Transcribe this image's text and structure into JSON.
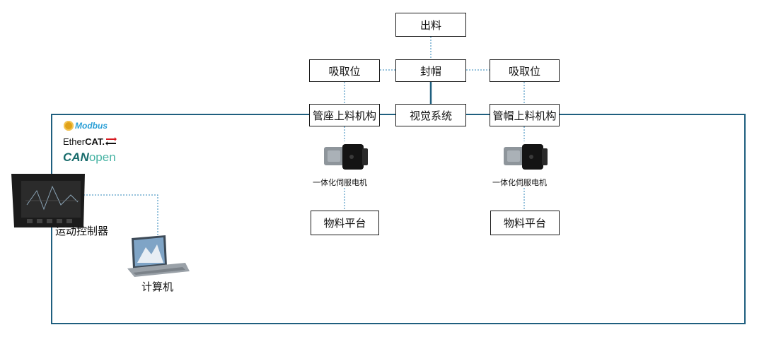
{
  "boxes": {
    "output": "出料",
    "seal_cap": "封帽",
    "suction_left": "吸取位",
    "suction_right": "吸取位",
    "base_feeder": "管座上料机构",
    "vision": "视觉系统",
    "cap_feeder": "管帽上料机构",
    "platform_left": "物料平台",
    "platform_right": "物料平台"
  },
  "motor_left_label": "一体化伺服电机",
  "motor_right_label": "一体化伺服电机",
  "controller_label": "运动控制器",
  "computer_label": "计算机",
  "protocols": {
    "modbus": "Modbus",
    "ethercat_prefix": "Ether",
    "ethercat_suffix": "CAT.",
    "canopen_prefix": "CAN",
    "canopen_suffix": "open"
  },
  "colors": {
    "bus_line": "#1f5f7f",
    "dotted_line": "#2e86b8",
    "modbus": "#2a9fd6",
    "ethercat_arrow": "#d6181f",
    "canopen_prefix": "#176b6b",
    "canopen_suffix": "#46b3a3"
  }
}
